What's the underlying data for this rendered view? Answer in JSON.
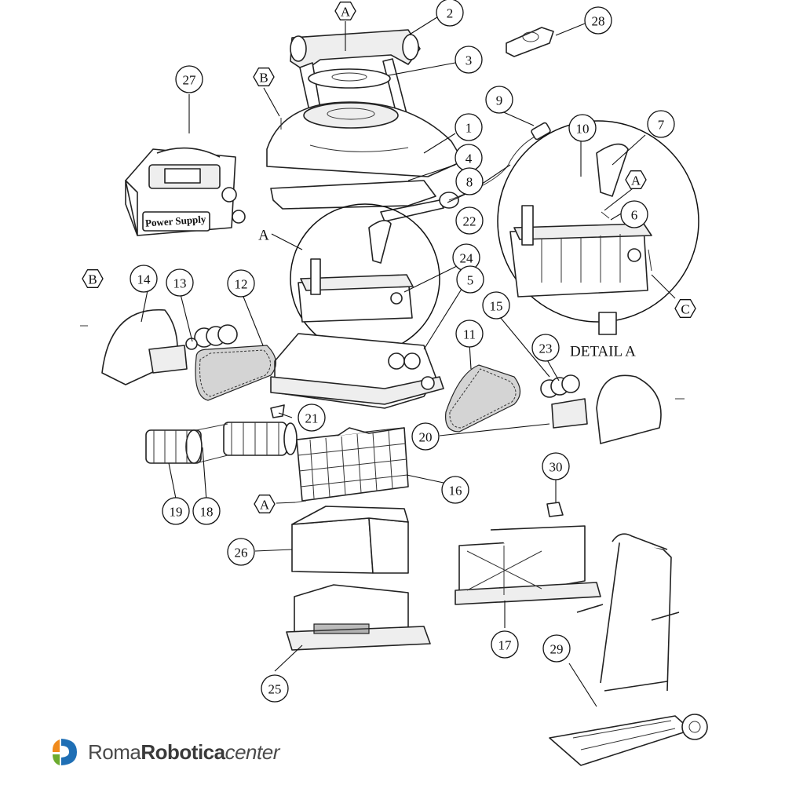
{
  "diagram": {
    "callouts": [
      {
        "id": "A1",
        "label": "A",
        "shape": "hexagon"
      },
      {
        "id": "c2",
        "label": "2",
        "shape": "circle"
      },
      {
        "id": "c28",
        "label": "28",
        "shape": "circle"
      },
      {
        "id": "c3",
        "label": "3",
        "shape": "circle"
      },
      {
        "id": "c27",
        "label": "27",
        "shape": "circle"
      },
      {
        "id": "B1",
        "label": "B",
        "shape": "hexagon"
      },
      {
        "id": "c9",
        "label": "9",
        "shape": "circle"
      },
      {
        "id": "c10",
        "label": "10",
        "shape": "circle"
      },
      {
        "id": "c7",
        "label": "7",
        "shape": "circle"
      },
      {
        "id": "c1",
        "label": "1",
        "shape": "circle"
      },
      {
        "id": "c4",
        "label": "4",
        "shape": "circle"
      },
      {
        "id": "c8",
        "label": "8",
        "shape": "circle"
      },
      {
        "id": "A2",
        "label": "A",
        "shape": "hexagon"
      },
      {
        "id": "c6",
        "label": "6",
        "shape": "circle"
      },
      {
        "id": "c22",
        "label": "22",
        "shape": "circle"
      },
      {
        "id": "c24",
        "label": "24",
        "shape": "circle"
      },
      {
        "id": "B2",
        "label": "B",
        "shape": "hexagon"
      },
      {
        "id": "c14",
        "label": "14",
        "shape": "circle"
      },
      {
        "id": "c13",
        "label": "13",
        "shape": "circle"
      },
      {
        "id": "c12",
        "label": "12",
        "shape": "circle"
      },
      {
        "id": "c5",
        "label": "5",
        "shape": "circle"
      },
      {
        "id": "c15",
        "label": "15",
        "shape": "circle"
      },
      {
        "id": "C1",
        "label": "C",
        "shape": "hexagon"
      },
      {
        "id": "c11",
        "label": "11",
        "shape": "circle"
      },
      {
        "id": "c23",
        "label": "23",
        "shape": "circle"
      },
      {
        "id": "c21",
        "label": "21",
        "shape": "circle"
      },
      {
        "id": "c20",
        "label": "20",
        "shape": "circle"
      },
      {
        "id": "c16",
        "label": "16",
        "shape": "circle"
      },
      {
        "id": "c30",
        "label": "30",
        "shape": "circle"
      },
      {
        "id": "A3",
        "label": "A",
        "shape": "hexagon"
      },
      {
        "id": "c19",
        "label": "19",
        "shape": "circle"
      },
      {
        "id": "c18",
        "label": "18",
        "shape": "circle"
      },
      {
        "id": "c26",
        "label": "26",
        "shape": "circle"
      },
      {
        "id": "c17",
        "label": "17",
        "shape": "circle"
      },
      {
        "id": "c29",
        "label": "29",
        "shape": "circle"
      },
      {
        "id": "c25",
        "label": "25",
        "shape": "circle"
      }
    ],
    "detail_letter": "A",
    "detail_caption": "DETAIL A",
    "power_supply_label": "Power Supply"
  },
  "brand": {
    "name_part1": "Roma",
    "name_part2": "Robotica",
    "name_part3": "center",
    "colors": {
      "orange": "#f08a1c",
      "blue": "#1f6fb5",
      "green": "#6cab2f",
      "text": "#4a4a4a"
    }
  }
}
